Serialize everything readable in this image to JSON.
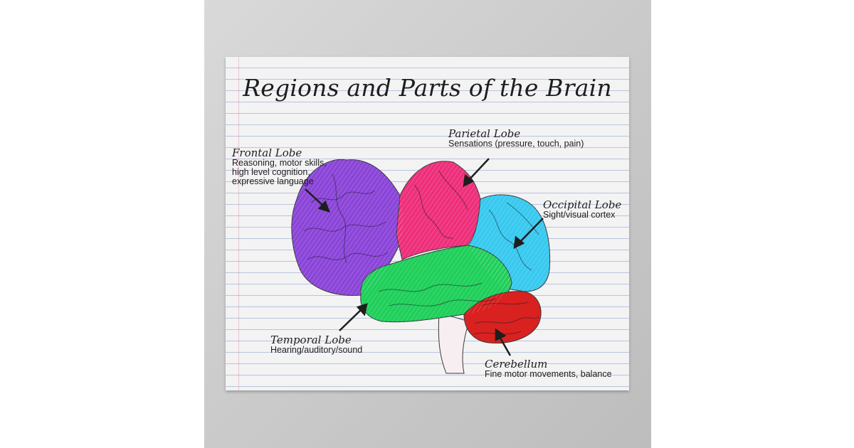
{
  "title": "Regions and Parts of the Brain",
  "colors": {
    "frontal": "#8b45d8",
    "parietal": "#ee2f7a",
    "occipital": "#38c9ef",
    "temporal": "#1fcf5a",
    "cerebellum": "#d9211f",
    "brainstem": "#f6eef0",
    "ink": "#1e1e1e",
    "paper": "#f3f3f4",
    "ruled_line": "#b9c4dc"
  },
  "lobes": {
    "frontal": {
      "name": "Frontal Lobe",
      "description": "Reasoning, motor skills,\nhigh level cognition,\nexpressive language"
    },
    "parietal": {
      "name": "Parietal Lobe",
      "description": "Sensations (pressure, touch, pain)"
    },
    "occipital": {
      "name": "Occipital Lobe",
      "description": "Sight/visual cortex"
    },
    "temporal": {
      "name": "Temporal Lobe",
      "description": "Hearing/auditory/sound"
    },
    "cerebellum": {
      "name": "Cerebellum",
      "description": "Fine motor movements, balance"
    }
  }
}
